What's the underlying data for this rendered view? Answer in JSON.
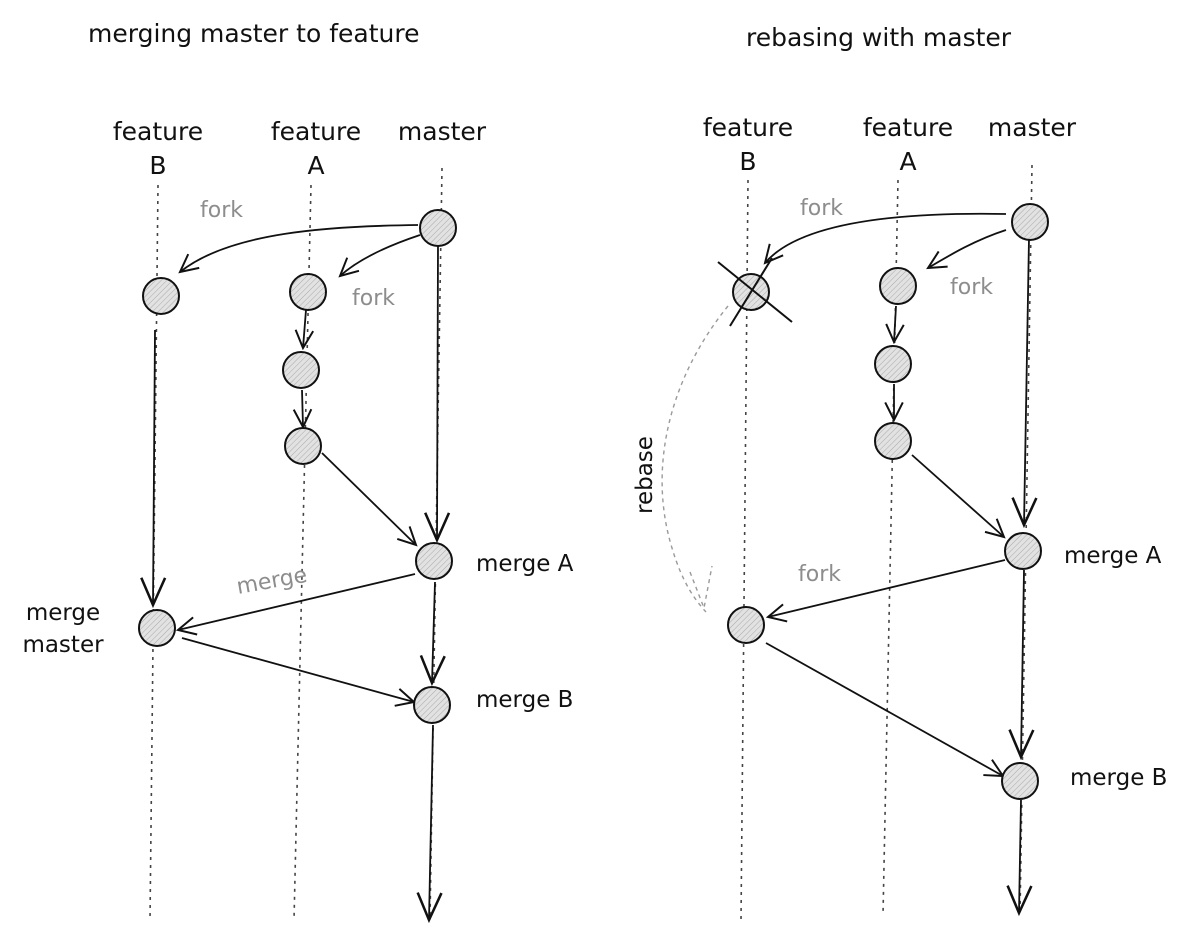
{
  "left": {
    "title": "merging master to feature",
    "branches": {
      "feature_b": [
        "feature",
        "B"
      ],
      "feature_a": [
        "feature",
        "A"
      ],
      "master": "master"
    },
    "labels": {
      "fork_b": "fork",
      "fork_a": "fork",
      "merge": "merge",
      "merge_a": "merge A",
      "merge_master": [
        "merge",
        "master"
      ],
      "merge_b": "merge B"
    }
  },
  "right": {
    "title": "rebasing with master",
    "branches": {
      "feature_b": [
        "feature",
        "B"
      ],
      "feature_a": [
        "feature",
        "A"
      ],
      "master": "master"
    },
    "labels": {
      "fork_b": "fork",
      "fork_a": "fork",
      "rebase": "rebase",
      "fork_new": "fork",
      "merge_a": "merge A",
      "merge_b": "merge B"
    }
  },
  "colors": {
    "ink": "#111111",
    "annotation_gray": "#8d8d8d",
    "node_fill": "#e2e2e2"
  }
}
